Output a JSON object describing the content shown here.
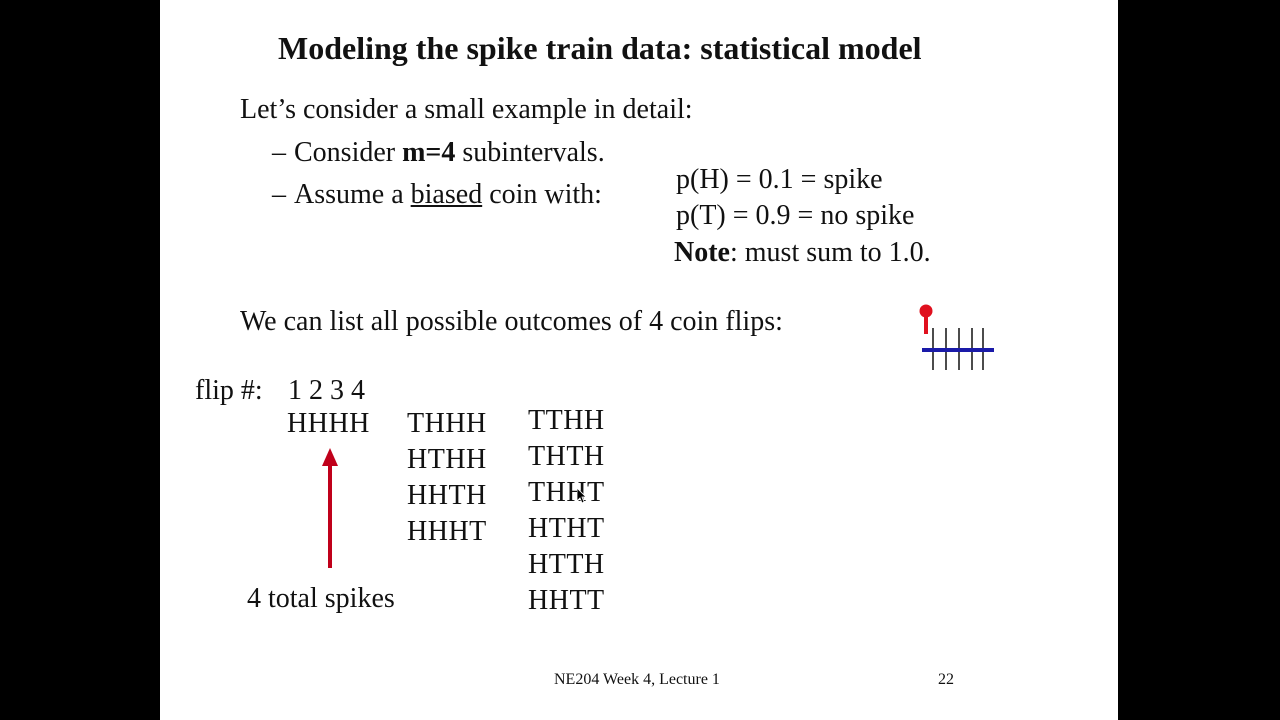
{
  "slide": {
    "title": "Modeling the spike train data:  statistical model",
    "intro": "Let’s consider a small example in detail:",
    "bullet1": {
      "pre": "Consider ",
      "bold": "m=4",
      "post": " subintervals."
    },
    "bullet2": {
      "pre": "Assume a ",
      "underlined": "biased",
      "post": " coin with:"
    },
    "prob_h": "p(H) = 0.1 = spike",
    "prob_t": "p(T) = 0.9 = no spike",
    "note": {
      "bold": "Note",
      "rest": ":  must sum to 1.0."
    },
    "list_text": "We can list all possible outcomes of 4 coin flips:",
    "flip_label": "flip #:",
    "flip_numbers": "1 2 3 4",
    "col1": [
      "HHHH"
    ],
    "col2": [
      "THHH",
      "HTHH",
      "HHTH",
      "HHHT"
    ],
    "col3": [
      "TTHH",
      "THTH",
      "THHT",
      "HTHT",
      "HTTH",
      "HHTT"
    ],
    "arrow_label": "4 total spikes",
    "footer": "NE204 Week 4, Lecture 1",
    "page_number": "22"
  },
  "colors": {
    "arrow": "#c0001a",
    "spike_pin": "#e0101e",
    "axis": "#1a1aa8",
    "background": "#000000",
    "slide": "#ffffff"
  }
}
